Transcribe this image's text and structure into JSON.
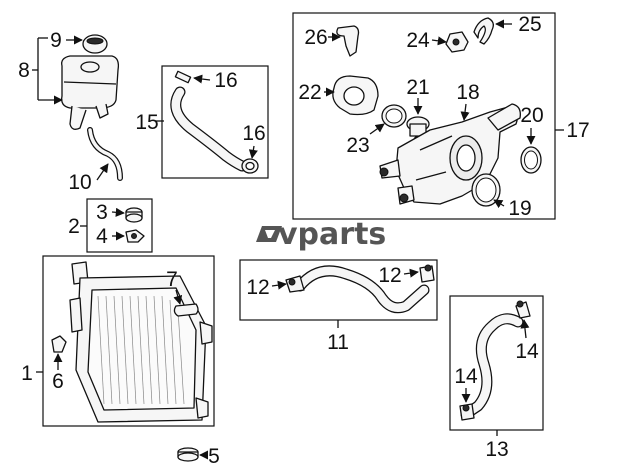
{
  "watermark": {
    "logo_text": "vparts"
  },
  "callouts": {
    "c1": "1",
    "c2": "2",
    "c3": "3",
    "c4": "4",
    "c5": "5",
    "c6": "6",
    "c7": "7",
    "c8": "8",
    "c9": "9",
    "c10": "10",
    "c11": "11",
    "c12a": "12",
    "c12b": "12",
    "c13": "13",
    "c14a": "14",
    "c14b": "14",
    "c15": "15",
    "c16a": "16",
    "c16b": "16",
    "c17": "17",
    "c18": "18",
    "c19": "19",
    "c20": "20",
    "c21": "21",
    "c22": "22",
    "c23": "23",
    "c24": "24",
    "c25": "25",
    "c26": "26"
  }
}
